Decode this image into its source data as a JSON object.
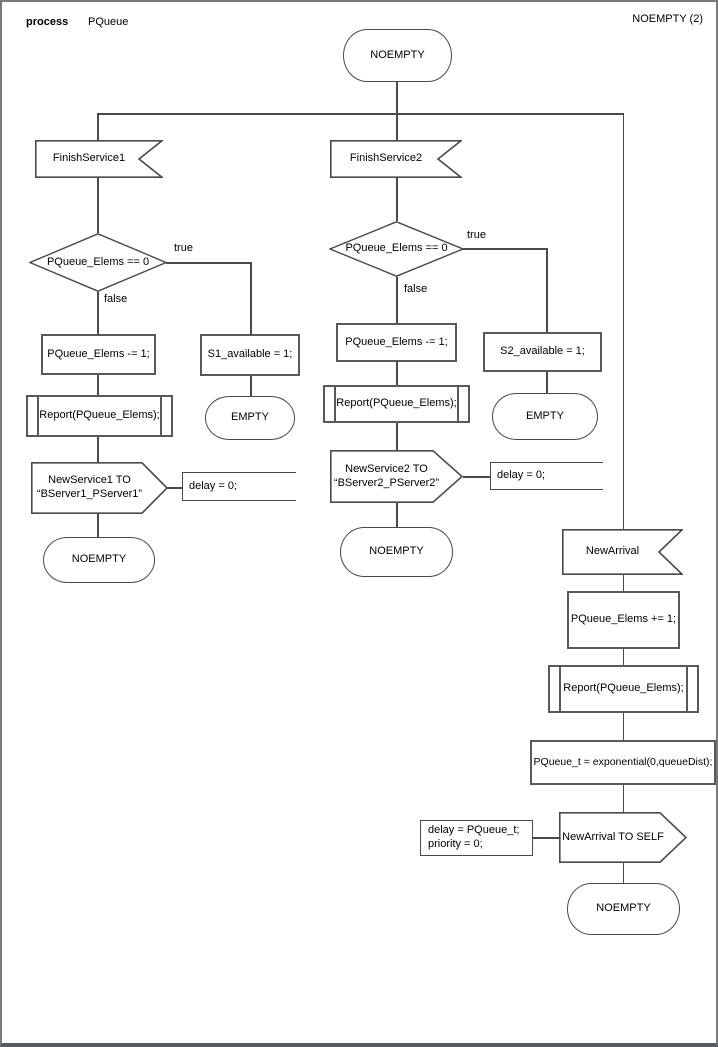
{
  "header": {
    "kind_label": "process",
    "process_name": "PQueue",
    "page_ref": "NOEMPTY (2)"
  },
  "colors": {
    "connector": "#4a4a4a",
    "box_border": "#595959",
    "background": "#ffffff",
    "text": "#000000"
  },
  "top": {
    "start_state": "NOEMPTY"
  },
  "branch1": {
    "input": "FinishService1",
    "decision": "PQueue_Elems == 0",
    "true_label": "true",
    "false_label": "false",
    "decrement": "PQueue_Elems -= 1;",
    "report": "Report(PQueue_Elems);",
    "output": "NewService1 TO\n“BServer1_PServer1”",
    "output_comment": "delay = 0;",
    "end_state": "NOEMPTY",
    "true_assign": "S1_available = 1;",
    "true_state": "EMPTY"
  },
  "branch2": {
    "input": "FinishService2",
    "decision": "PQueue_Elems == 0",
    "true_label": "true",
    "false_label": "false",
    "decrement": "PQueue_Elems -= 1;",
    "report": "Report(PQueue_Elems);",
    "output": "NewService2 TO\n“BServer2_PServer2”",
    "output_comment": "delay = 0;",
    "end_state": "NOEMPTY",
    "true_assign": "S2_available = 1;",
    "true_state": "EMPTY"
  },
  "arrival": {
    "input": "NewArrival",
    "increment": "PQueue_Elems += 1;",
    "report": "Report(PQueue_Elems);",
    "schedule": "PQueue_t = exponential(0,queueDist);",
    "output": "NewArrival TO SELF",
    "output_comment": "delay = PQueue_t;\npriority = 0;",
    "end_state": "NOEMPTY"
  }
}
